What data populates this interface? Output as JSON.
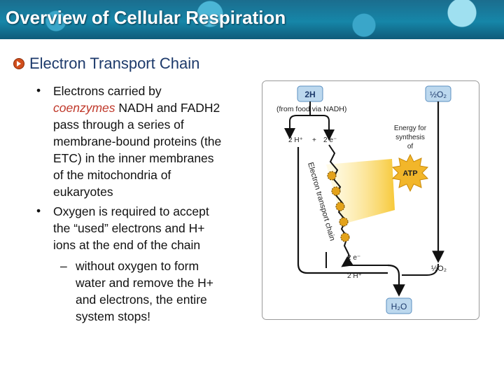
{
  "header": {
    "title": "Overview of Cellular Respiration"
  },
  "section": {
    "title": "Electron Transport Chain"
  },
  "bullets": {
    "b1": {
      "l1": "Electrons carried by",
      "l2a": "coenzymes",
      "l2b": " NADH and FADH2",
      "l3": "pass through a series of",
      "l4": "membrane-bound proteins (the",
      "l5": "ETC) in the inner membranes",
      "l6": "of the mitochondria of",
      "l7": "eukaryotes"
    },
    "b2": {
      "l1": "Oxygen is required to accept",
      "l2": "the “used” electrons and H+",
      "l3": "ions at the end of the chain"
    },
    "sub": {
      "dash": "–",
      "l1": "without oxygen to form",
      "l2": "water and remove the H+",
      "l3": "and electrons, the entire",
      "l4": "system stops!"
    },
    "marker": "•"
  },
  "figure": {
    "box_2h": "2H",
    "from_food": "(from food via NADH)",
    "h_plus_top": "2 H⁺",
    "plus": "+",
    "e_top": "2 e⁻",
    "chain_label": "Electron transport chain",
    "energy": [
      "Energy for",
      "synthesis",
      "of"
    ],
    "atp": "ATP",
    "half_o2_top": "½O₂",
    "e_bottom": "2 e⁻",
    "h_plus_bottom": "2 H⁺",
    "half_o2_bottom": "½O₂",
    "water": "H₂O",
    "colors": {
      "box_fill": "#bcd8ee",
      "box_stroke": "#5b8fc0",
      "atp_fill": "#f2b62a",
      "beam": "#f7d55a",
      "arrow": "#111111"
    }
  }
}
